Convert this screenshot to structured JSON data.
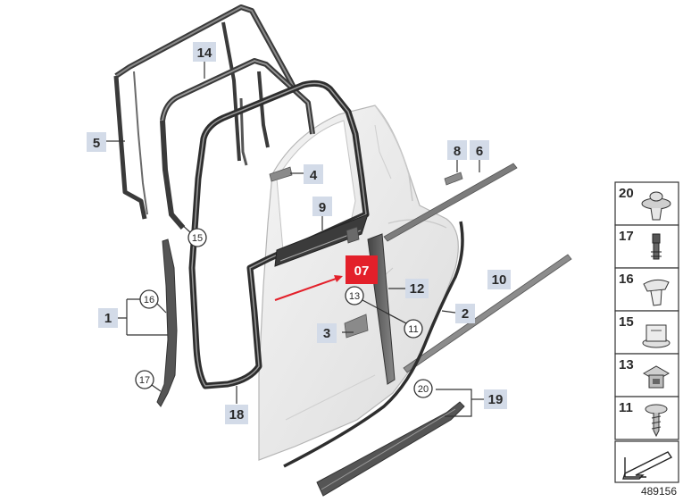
{
  "callouts": {
    "c1": "1",
    "c2": "2",
    "c3": "3",
    "c4": "4",
    "c5": "5",
    "c6": "6",
    "c8": "8",
    "c9": "9",
    "c10": "10",
    "c12": "12",
    "c14": "14",
    "c18": "18",
    "c19": "19"
  },
  "circles": {
    "k11": "11",
    "k13": "13",
    "k15": "15",
    "k16": "16",
    "k17": "17",
    "k20": "20"
  },
  "highlight": {
    "label": "07",
    "color": "#e3202a"
  },
  "legend": [
    {
      "num": "20",
      "icon": "clip-20-icon"
    },
    {
      "num": "17",
      "icon": "clip-17-icon"
    },
    {
      "num": "16",
      "icon": "clip-16-icon"
    },
    {
      "num": "15",
      "icon": "clip-15-icon"
    },
    {
      "num": "13",
      "icon": "clip-13-icon"
    },
    {
      "num": "11",
      "icon": "screw-11-icon"
    }
  ],
  "ref_number": "489156"
}
